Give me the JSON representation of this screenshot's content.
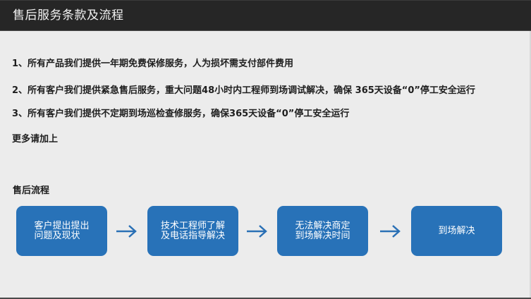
{
  "header": {
    "title": "售后服务条款及流程"
  },
  "terms": [
    "1、所有产品我们提供一年期免费保修服务，人为损坏需支付部件费用",
    "2、所有客户我们提供紧急售后服务，重大问题48小时内工程师到场调试解决，确保 365天设备“0”停工安全运行",
    "3、所有客户我们提供不定期到场巡检查修服务，确保365天设备“0”停工安全运行",
    "更多请加上"
  ],
  "process": {
    "title": "售后流程",
    "steps": [
      {
        "line1": "客户提出提出",
        "line2": "问题及现状"
      },
      {
        "line1": "技术工程师了解",
        "line2": "及电话指导解决"
      },
      {
        "line1": "无法解决商定",
        "line2": "到场解决时间"
      },
      {
        "line1": "到场解决",
        "line2": ""
      }
    ],
    "arrow_icon": "right-arrow-icon",
    "step_color": "#2872b8",
    "arrow_color": "#2a70b5"
  },
  "colors": {
    "header_bg": "#262626",
    "page_bg": "#ececec",
    "text": "#1e1e1e"
  }
}
